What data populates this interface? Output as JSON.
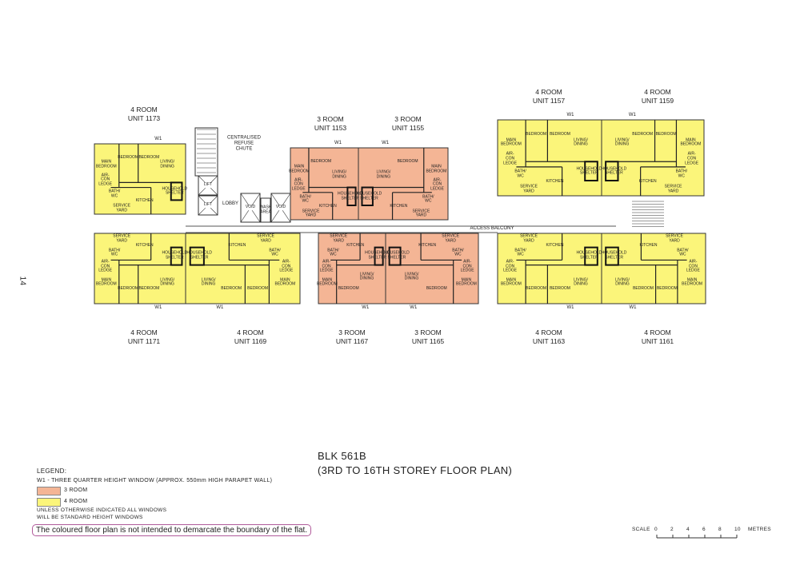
{
  "page_number": "14",
  "title": "BLK 561B",
  "subtitle": "(3RD TO 16TH STOREY FLOOR PLAN)",
  "colors": {
    "three_room": "#f4b595",
    "four_room": "#fbf57a",
    "wall": "#111111"
  },
  "common": {
    "lobby": "LOBBY",
    "lift": "LIFT",
    "refuse_chute": "CENTRALISED REFUSE CHUTE",
    "void": "VOID",
    "wash_area": "WASH AREA",
    "access_balcony": "ACCESS BALCONY",
    "window_tag": "W1"
  },
  "rooms": {
    "main_bedroom": "MAIN BEDROOM",
    "bedroom": "BEDROOM",
    "living": "LIVING/ DINING",
    "kitchen": "KITCHEN",
    "bath": "BATH/ WC",
    "shelter": "HOUSEHOLD SHELTER",
    "yard": "SERVICE YARD",
    "aircon": "AIR-CON LEDGE"
  },
  "units": [
    {
      "type": "4 ROOM",
      "unit": "UNIT 1173",
      "kind": "four"
    },
    {
      "type": "3 ROOM",
      "unit": "UNIT 1153",
      "kind": "three"
    },
    {
      "type": "3 ROOM",
      "unit": "UNIT 1155",
      "kind": "three"
    },
    {
      "type": "4 ROOM",
      "unit": "UNIT 1157",
      "kind": "four"
    },
    {
      "type": "4 ROOM",
      "unit": "UNIT 1159",
      "kind": "four"
    },
    {
      "type": "4 ROOM",
      "unit": "UNIT 1171",
      "kind": "four"
    },
    {
      "type": "4 ROOM",
      "unit": "UNIT 1169",
      "kind": "four"
    },
    {
      "type": "3 ROOM",
      "unit": "UNIT 1167",
      "kind": "three"
    },
    {
      "type": "3 ROOM",
      "unit": "UNIT 1165",
      "kind": "three"
    },
    {
      "type": "4 ROOM",
      "unit": "UNIT 1163",
      "kind": "four"
    },
    {
      "type": "4 ROOM",
      "unit": "UNIT 1161",
      "kind": "four"
    }
  ],
  "legend": {
    "heading": "LEGEND:",
    "w1": "W1 - THREE QUARTER HEIGHT WINDOW (APPROX. 550mm HIGH PARAPET WALL)",
    "three_room": "3 ROOM",
    "four_room": "4 ROOM",
    "note1": "UNLESS OTHERWISE INDICATED ALL WINDOWS",
    "note2": "WILL BE STANDARD HEIGHT WINDOWS",
    "disclaimer": "The coloured floor plan is not intended to demarcate the boundary of the flat."
  },
  "scale": {
    "label": "SCALE",
    "ticks": [
      "0",
      "2",
      "4",
      "6",
      "8",
      "10"
    ],
    "unit": "METRES"
  }
}
